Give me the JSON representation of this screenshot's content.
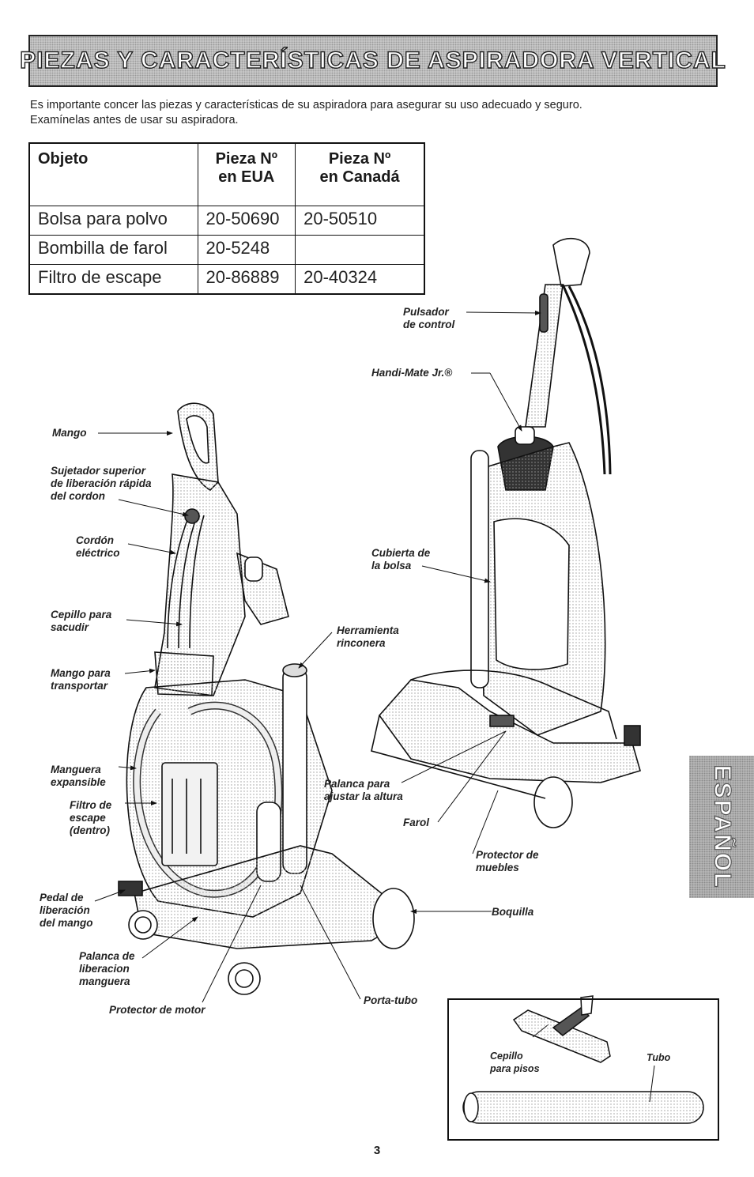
{
  "banner": {
    "title": "PIEZAS Y CARACTERÍSTICAS DE ASPIRADORA VERTICAL"
  },
  "intro": {
    "line1": "Es importante concer las piezas y características de su aspiradora para asegurar su uso adecuado y seguro.",
    "line2": "Examínelas antes de usar su aspiradora."
  },
  "parts_table": {
    "headers": {
      "item": "Objeto",
      "us_line1": "Pieza Nº",
      "us_line2": "en EUA",
      "ca_line1": "Pieza Nº",
      "ca_line2": "en Canadá"
    },
    "rows": [
      {
        "item": "Bolsa para polvo",
        "us": "20-50690",
        "ca": "20-50510"
      },
      {
        "item": "Bombilla de farol",
        "us": "20-5248",
        "ca": ""
      },
      {
        "item": "Filtro de escape",
        "us": "20-86889",
        "ca": "20-40324"
      }
    ]
  },
  "labels": {
    "mango": "Mango",
    "sujetador": "Sujetador superior\nde liberación rápida\ndel cordon",
    "cordon": "Cordón\neléctrico",
    "cepillo_sacudir": "Cepillo para\nsacudir",
    "mango_transportar": "Mango para\ntransportar",
    "manguera": "Manguera\nexpansible",
    "filtro": "Filtro de\nescape\n(dentro)",
    "pedal": "Pedal de\nliberación\ndel mango",
    "palanca_manguera": "Palanca de\nliberacion\nmanguera",
    "protector_motor": "Protector de motor",
    "porta_tubo": "Porta-tubo",
    "boquilla": "Boquilla",
    "protector_muebles": "Protector de\nmuebles",
    "farol": "Farol",
    "palanca_altura": "Palanca para\najustar la altura",
    "herramienta": "Herramienta\nrinconera",
    "cubierta": "Cubierta de\nla bolsa",
    "handi_mate": "Handi-Mate Jr.®",
    "pulsador": "Pulsador\nde control",
    "cepillo_pisos": "Cepillo\npara pisos",
    "tubo": "Tubo"
  },
  "side_tab": {
    "text": "ESPAÑOL"
  },
  "page_number": "3"
}
